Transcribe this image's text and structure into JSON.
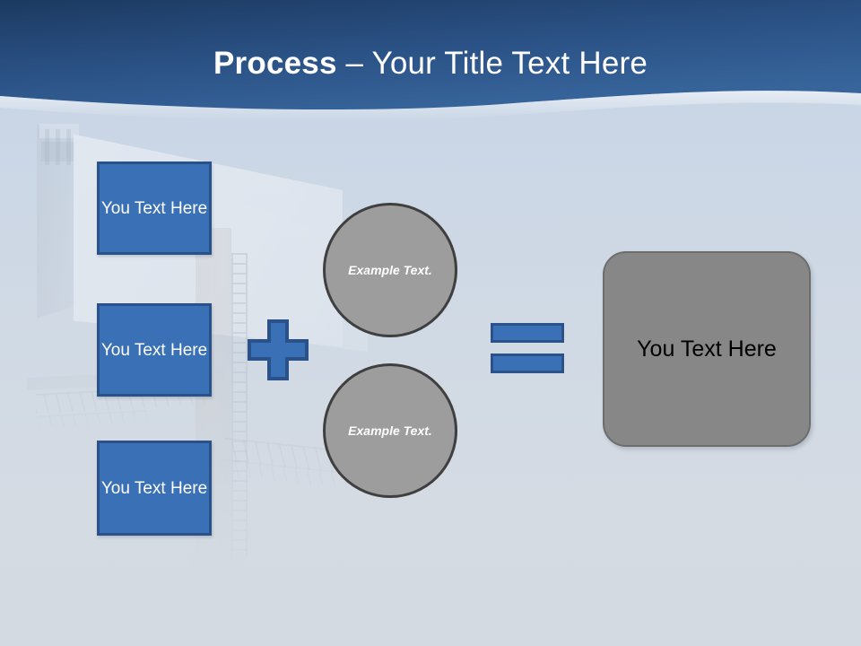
{
  "slide": {
    "title_bold": "Process",
    "title_separator": " – ",
    "title_regular": "Your Title Text Here"
  },
  "colors": {
    "header_top": "#1e3c63",
    "header_bottom": "#356499",
    "background": "#d3dae3",
    "box_fill": "#3a70b5",
    "box_border": "#2a5288",
    "circle_fill": "#9d9d9d",
    "circle_border": "#3f3f3f",
    "result_fill": "#878787",
    "result_text": "#000000",
    "title_text": "#ffffff"
  },
  "input_boxes": [
    {
      "label": "You Text Here"
    },
    {
      "label": "You Text Here"
    },
    {
      "label": "You Text Here"
    }
  ],
  "operators": {
    "plus": "plus-sign",
    "equals": "equals-sign"
  },
  "circles": [
    {
      "label": "Example Text."
    },
    {
      "label": "Example Text."
    }
  ],
  "result": {
    "label": "You Text Here"
  },
  "background_image": {
    "name": "billboard-photo"
  }
}
